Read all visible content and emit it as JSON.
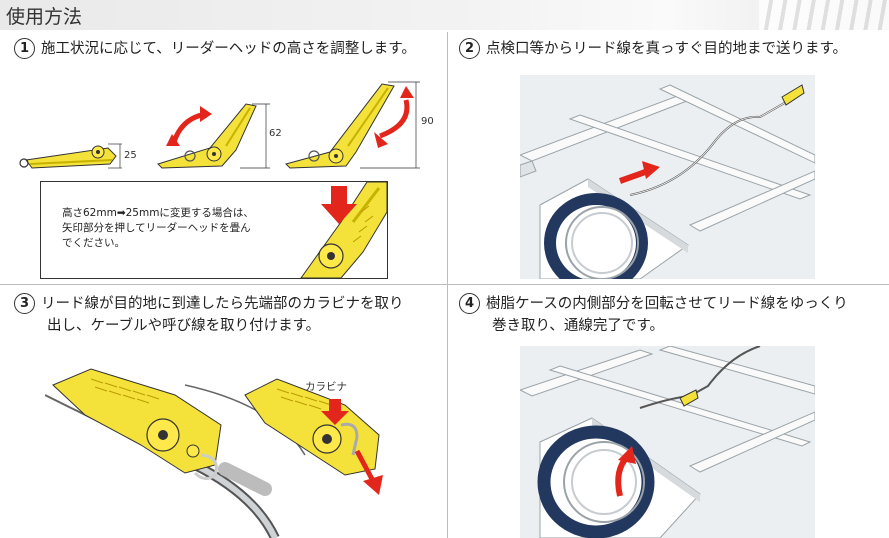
{
  "header": {
    "title": "使用方法"
  },
  "steps": [
    {
      "num": "1",
      "text": "施工状況に応じて、リーダーヘッドの高さを調整します。"
    },
    {
      "num": "2",
      "text": "点検口等からリード線を真っすぐ目的地まで送ります。"
    },
    {
      "num": "3",
      "line1": "リード線が目的地に到達したら先端部のカラビナを取り",
      "line2": "出し、ケーブルや呼び線を取り付けます。"
    },
    {
      "num": "4",
      "line1": "樹脂ケースの内側部分を回転させてリード線をゆっくり",
      "line2": "巻き取り、通線完了です。"
    }
  ],
  "dimensions": {
    "low": "25",
    "mid": "62",
    "high": "90"
  },
  "note": {
    "line1": "高さ62mm➡25mmに変更する場合は、",
    "line2": "矢印部分を押してリーダーヘッドを畳ん",
    "line3": "でください。"
  },
  "karabina_label": "カラビナ",
  "colors": {
    "yellow": "#f4e23a",
    "yellow_dark": "#c7b200",
    "red": "#e3261c",
    "navy": "#23385f",
    "grey": "#eceff1"
  }
}
